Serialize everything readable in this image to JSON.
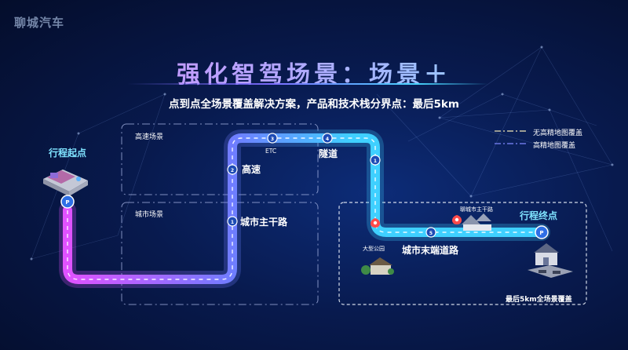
{
  "logo": "聊城汽车",
  "title": "强化智驾场景：场景＋",
  "subtitle": "点到点全场景覆盖解决方案，产品和技术栈分界点：最后5km",
  "zones": {
    "highway": "高速场景",
    "city": "城市场景",
    "last5km": "最后5km全场景覆盖"
  },
  "legend": {
    "no_hd_map": "无高精地图覆盖",
    "hd_map": "高精地图覆盖"
  },
  "route": {
    "start": "行程起点",
    "end": "行程终点",
    "highway": "高速",
    "etc": "ETC",
    "tunnel": "隧道",
    "city_main_road": "城市主干路",
    "city_end_road": "城市末端道路",
    "park": "大型公园",
    "city_main_small": "聊城市主干路"
  },
  "markers": {
    "m1a": "1",
    "m1b": "1",
    "m2": "2",
    "m3": "3",
    "m4": "4",
    "m5": "5",
    "p_start": "P",
    "p_end": "P"
  },
  "colors": {
    "route_cyan": "#3fd0ff",
    "route_pink": "#e052ff",
    "accent": "#7fe3ff"
  }
}
